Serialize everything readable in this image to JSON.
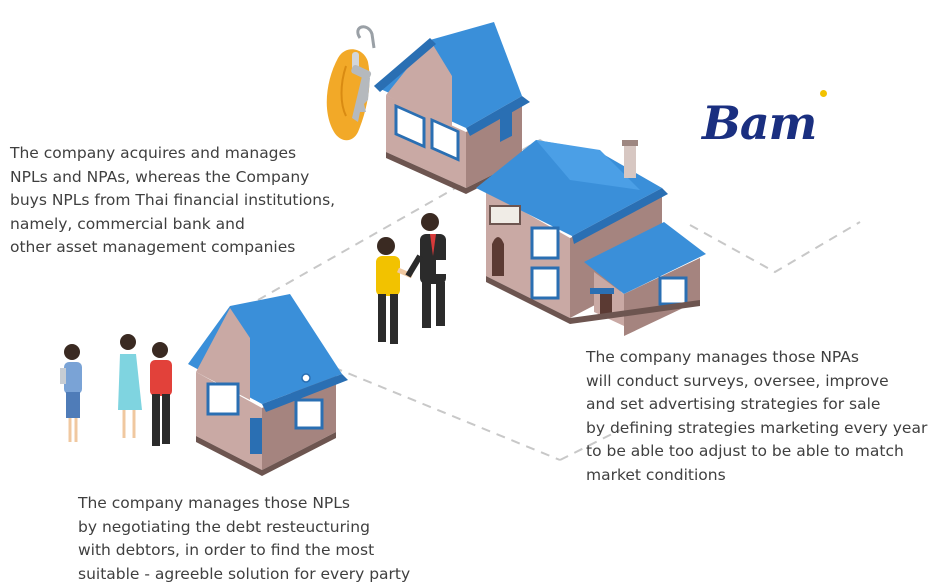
{
  "brand": {
    "logo_text": "Bam",
    "logo_color": "#1a2f80",
    "accent_color": "#f2c200"
  },
  "colors": {
    "roof": "#3a8fd9",
    "roof_dark": "#2a6fb3",
    "wall": "#c9a9a4",
    "wall_dark": "#a5847f",
    "path": "#c8c8c8"
  },
  "captions": {
    "acquire": {
      "lines": [
        "The company acquires and manages",
        "NPLs and NPAs, whereas the Company",
        "buys NPLs from Thai financial institutions,",
        "namely, commercial bank and",
        "other asset management companies"
      ]
    },
    "npa": {
      "lines": [
        "The company manages those NPAs",
        "will conduct surveys, oversee, improve",
        "and set advertising strategies for sale",
        "by defining strategies marketing every year",
        "to be able too adjust to be able to match",
        "market conditions"
      ]
    },
    "npl": {
      "lines": [
        "The company manages those NPLs",
        "by negotiating the debt resteucturing",
        "with debtors, in order to find the most",
        "suitable - agreeble solution for every party"
      ]
    }
  }
}
